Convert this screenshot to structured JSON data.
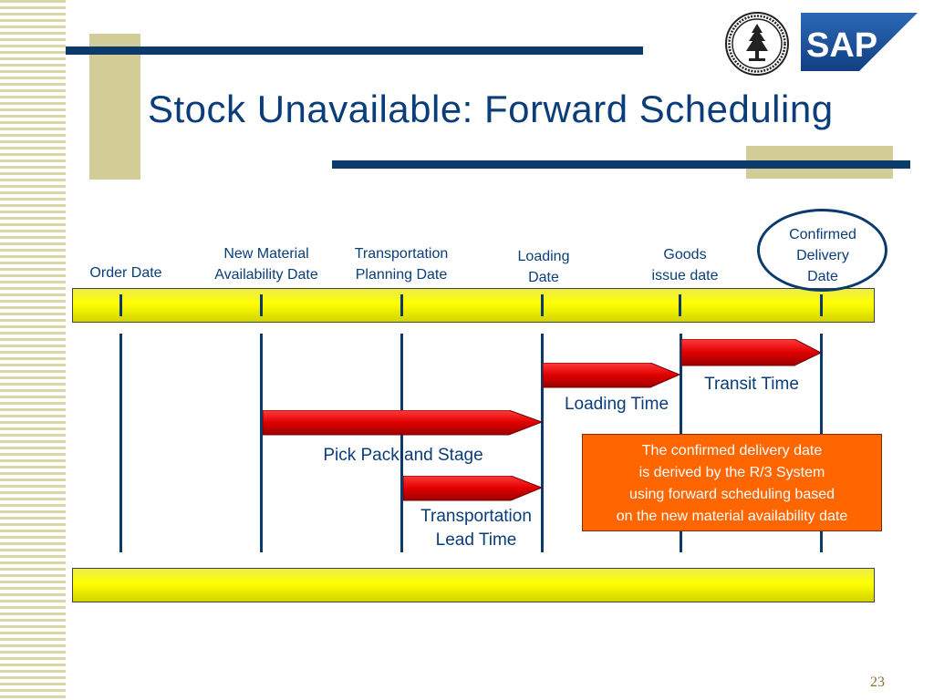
{
  "slide": {
    "title": "Stock Unavailable:  Forward  Scheduling",
    "page_number": "23"
  },
  "logos": {
    "seal_icon": "university-seal-icon",
    "sap_text": "SAP"
  },
  "milestones": [
    {
      "lines": [
        "Order Date"
      ]
    },
    {
      "lines": [
        "New Material",
        "Availability Date"
      ]
    },
    {
      "lines": [
        "Transportation",
        "Planning Date"
      ]
    },
    {
      "lines": [
        "Loading",
        "Date"
      ]
    },
    {
      "lines": [
        "Goods",
        "issue date"
      ]
    },
    {
      "lines": [
        "Confirmed",
        "Delivery",
        "Date"
      ]
    }
  ],
  "durations": {
    "transit": "Transit Time",
    "loading": "Loading Time",
    "pick_pack": "Pick Pack and Stage",
    "transport_lead": [
      "Transportation",
      "Lead Time"
    ]
  },
  "note": {
    "lines": [
      "The confirmed delivery date",
      "is derived by the R/3 System",
      "using forward scheduling based",
      "on the new material availability date"
    ]
  },
  "colors": {
    "navy": "#0b3a6b",
    "title_blue": "#0a3d7a",
    "timeline_yellow": "#ffff00",
    "arrow_red": "#e00000",
    "note_orange": "#ff6600",
    "tan": "#d2cd96"
  }
}
